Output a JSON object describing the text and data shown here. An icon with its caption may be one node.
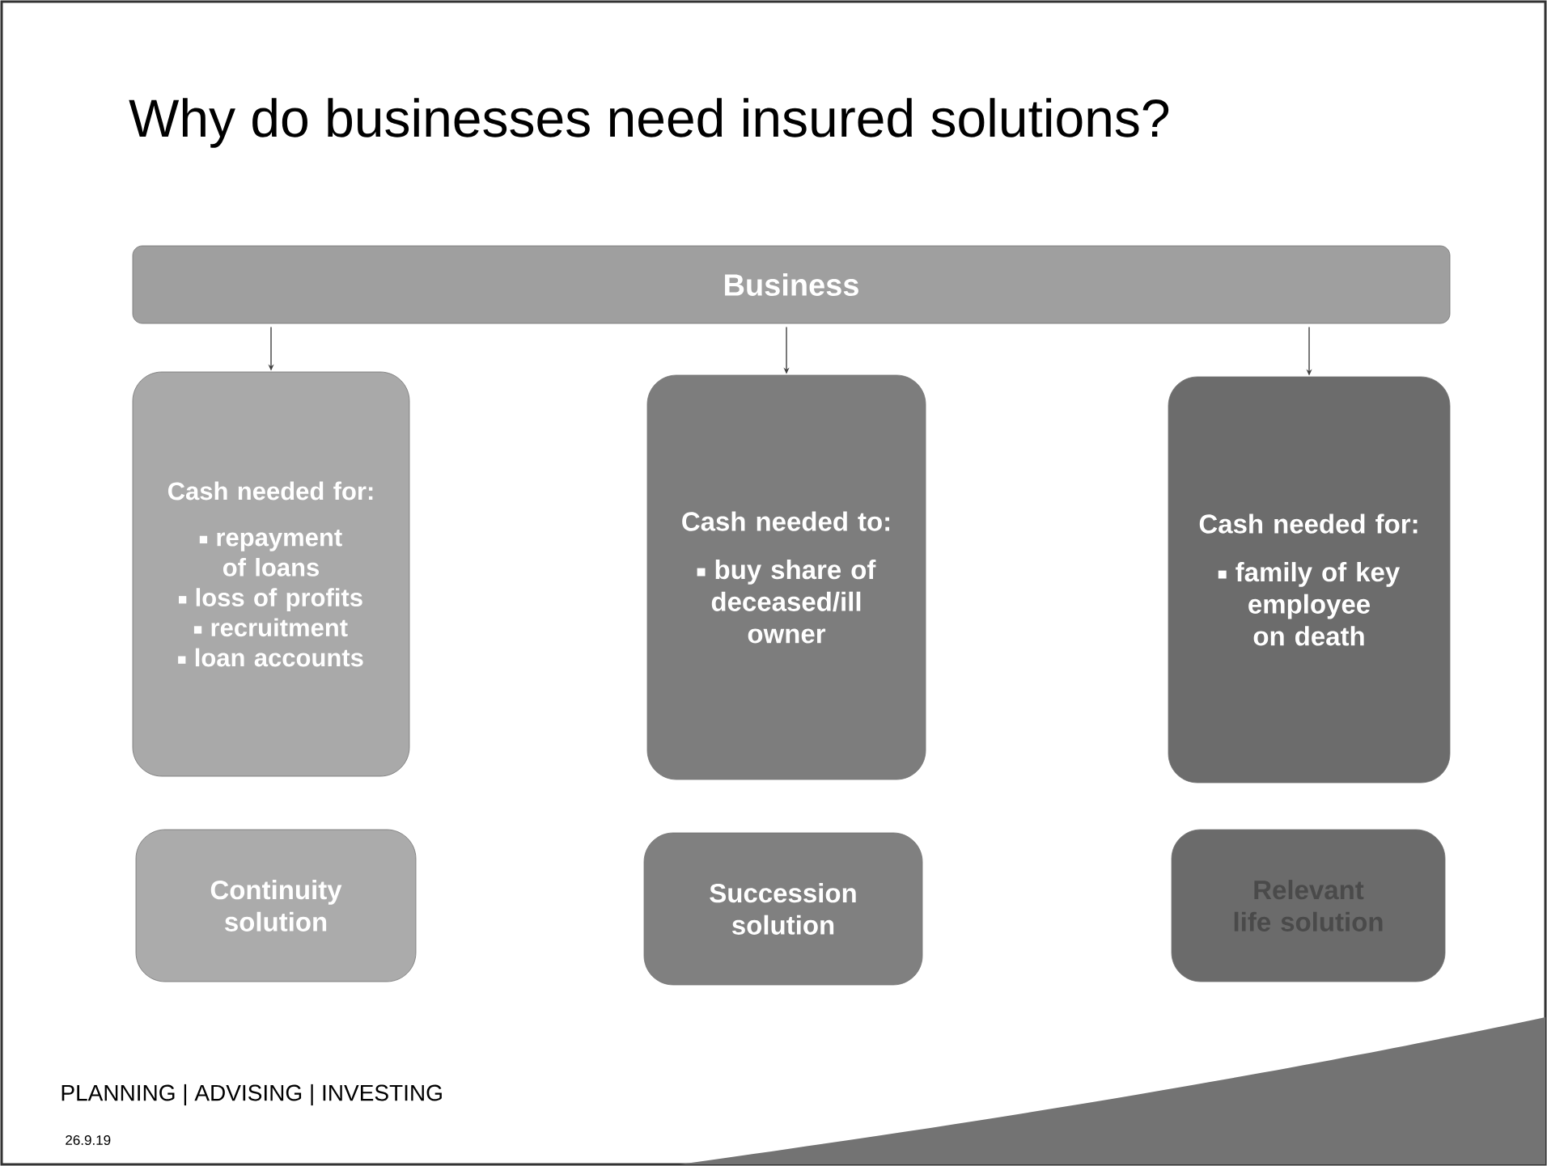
{
  "diagram": {
    "title": "Why do businesses need insured solutions?",
    "nodes": [
      {
        "text": [
          "Business"
        ]
      },
      {
        "text": [
          "Cash needed for:",
          "repayment of loans",
          "loss of profits",
          "recruitment",
          "loan accounts"
        ]
      },
      {
        "text": [
          "Cash needed to:",
          "buy share of deceased/ill owner"
        ]
      },
      {
        "text": [
          "Cash needed for:",
          "family of key employee on death"
        ]
      },
      {
        "text": [
          "Continuity solution"
        ]
      },
      {
        "text": [
          "Succession solution"
        ]
      },
      {
        "text": [
          "Relevant life solution"
        ]
      }
    ],
    "edges": [
      {
        "from": 0,
        "to": 1,
        "arrow": "to"
      },
      {
        "from": 0,
        "to": 2,
        "arrow": "to"
      },
      {
        "from": 0,
        "to": 3,
        "arrow": "to"
      }
    ],
    "labels": [
      "PLANNING | ADVISING | INVESTING",
      "26.9.19"
    ]
  }
}
